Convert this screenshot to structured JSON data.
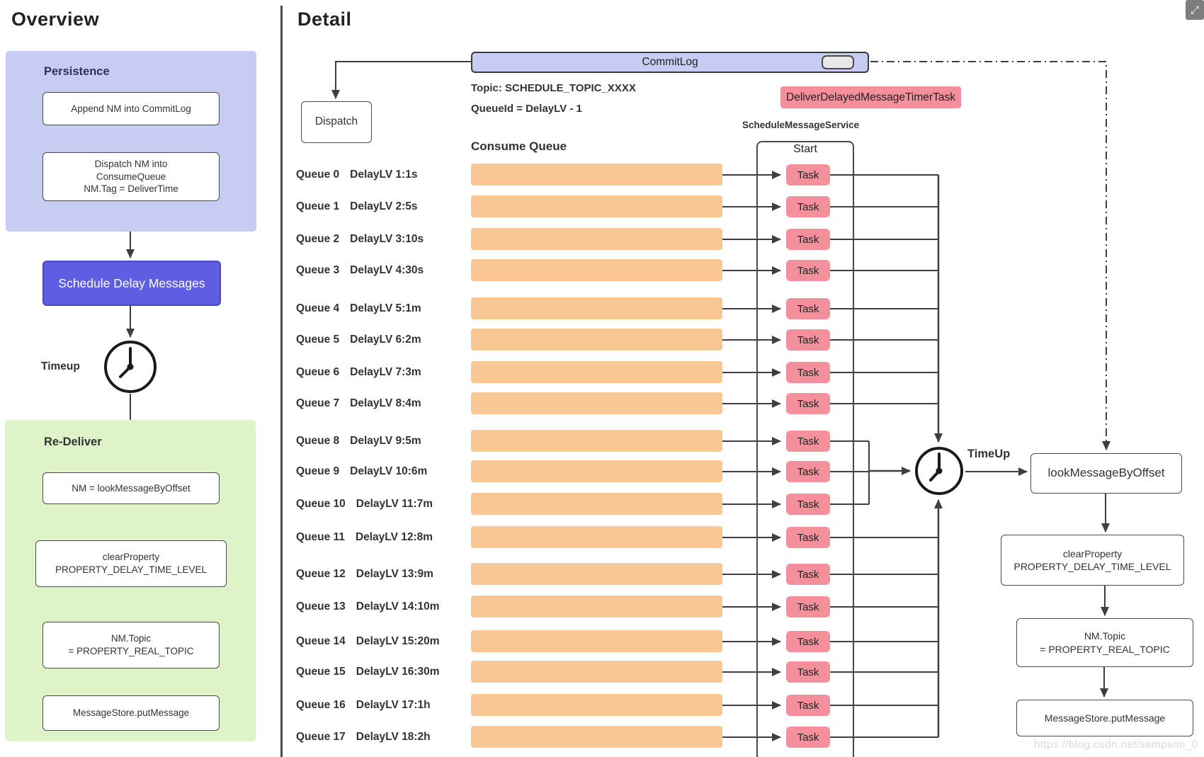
{
  "overview": {
    "title": "Overview",
    "persistence": {
      "label": "Persistence",
      "step1": "Append NM into CommitLog",
      "step2": "Dispatch NM into\nConsumeQueue\nNM.Tag = DeliverTime"
    },
    "schedule_button": "Schedule Delay Messages",
    "timeup_label": "Timeup",
    "redeliver": {
      "label": "Re-Deliver",
      "step1": "NM = lookMessageByOffset",
      "step2": "clearProperty\nPROPERTY_DELAY_TIME_LEVEL",
      "step3": "NM.Topic\n= PROPERTY_REAL_TOPIC",
      "step4": "MessageStore.putMessage"
    }
  },
  "detail": {
    "title": "Detail",
    "commitlog_label": "CommitLog",
    "dispatch_label": "Dispatch",
    "topic_line": "Topic: SCHEDULE_TOPIC_XXXX",
    "queueid_line": "QueueId = DelayLV - 1",
    "consume_queue_header": "Consume Queue",
    "timer_task_label": "DeliverDelayedMessageTimerTask",
    "service_label": "ScheduleMessageService",
    "start_label": "Start",
    "task_label": "Task",
    "timeup_label": "TimeUp",
    "queues": [
      {
        "queue": "Queue 0",
        "delay": "DelayLV 1:1s"
      },
      {
        "queue": "Queue 1",
        "delay": "DelayLV 2:5s"
      },
      {
        "queue": "Queue 2",
        "delay": "DelayLV 3:10s"
      },
      {
        "queue": "Queue 3",
        "delay": "DelayLV 4:30s"
      },
      {
        "queue": "Queue 4",
        "delay": "DelayLV 5:1m"
      },
      {
        "queue": "Queue 5",
        "delay": "DelayLV 6:2m"
      },
      {
        "queue": "Queue 6",
        "delay": "DelayLV 7:3m"
      },
      {
        "queue": "Queue 7",
        "delay": "DelayLV 8:4m"
      },
      {
        "queue": "Queue 8",
        "delay": "DelayLV 9:5m"
      },
      {
        "queue": "Queue 9",
        "delay": "DelayLV 10:6m"
      },
      {
        "queue": "Queue 10",
        "delay": "DelayLV 11:7m"
      },
      {
        "queue": "Queue 11",
        "delay": "DelayLV 12:8m"
      },
      {
        "queue": "Queue 12",
        "delay": "DelayLV 13:9m"
      },
      {
        "queue": "Queue 13",
        "delay": "DelayLV 14:10m"
      },
      {
        "queue": "Queue 14",
        "delay": "DelayLV 15:20m"
      },
      {
        "queue": "Queue 15",
        "delay": "DelayLV 16:30m"
      },
      {
        "queue": "Queue 16",
        "delay": "DelayLV 17:1h"
      },
      {
        "queue": "Queue 17",
        "delay": "DelayLV 18:2h"
      }
    ],
    "flow": {
      "look": "lookMessageByOffset",
      "clear": "clearProperty\nPROPERTY_DELAY_TIME_LEVEL",
      "topic": "NM.Topic\n= PROPERTY_REAL_TOPIC",
      "put": "MessageStore.putMessage"
    }
  },
  "watermark": "https://blog.csdn.net/sampson_0",
  "corner_icon_glyph": "⤢",
  "colors": {
    "lavender": "#C7CCF2",
    "purple": "#5E5EE2",
    "green": "#DEF3C8",
    "orange": "#F8C794",
    "pink": "#F3909B",
    "line": "#3F3F3F"
  }
}
